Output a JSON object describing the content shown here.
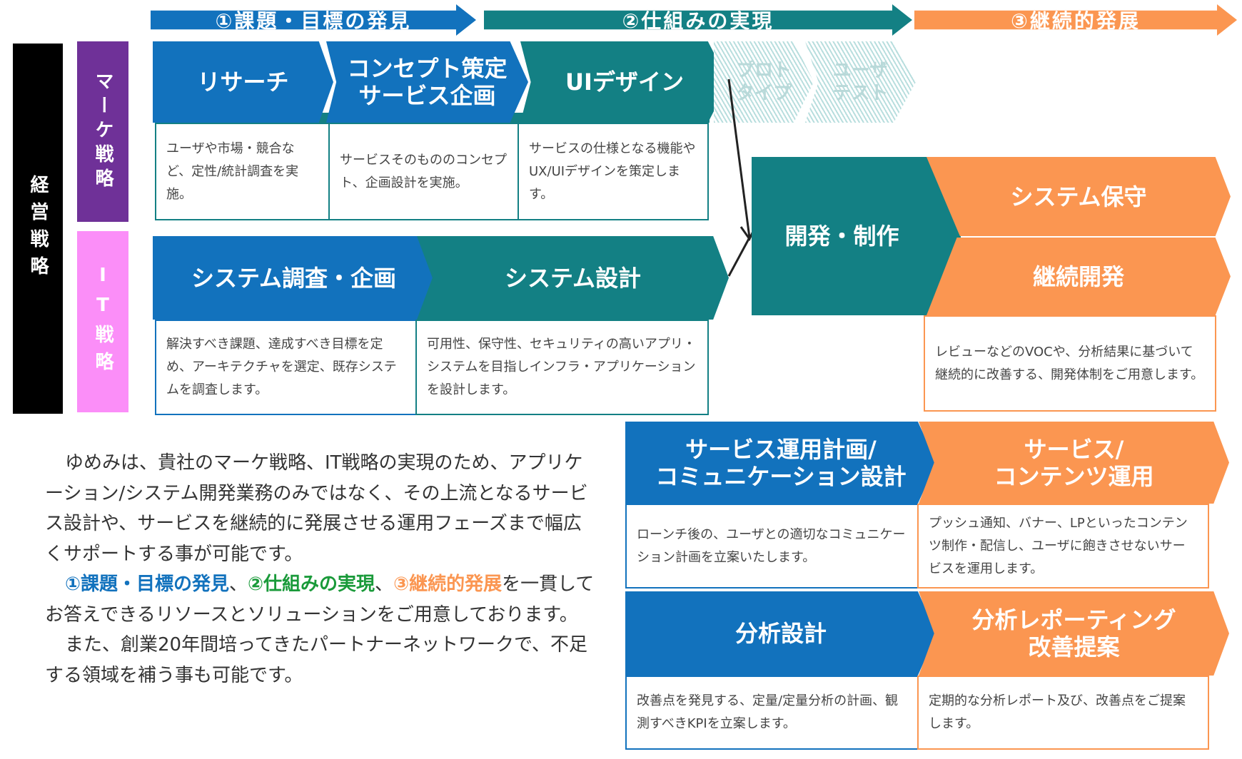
{
  "phases": [
    "①課題・目標の発見",
    "②仕組みの実現",
    "③継続的発展"
  ],
  "side": {
    "management": "経営戦略",
    "marketing": "マーケ戦略",
    "it": "IT戦略"
  },
  "row1": {
    "steps": [
      "リサーチ",
      "コンセプト策定\nサービス企画",
      "UIデザイン"
    ],
    "faded": [
      "プロト\nタイプ",
      "ユーザ\nテスト"
    ],
    "descs": [
      "ユーザや市場・競合など、定性/統計調査を実施。",
      "サービスそのもののコンセプト、企画設計を実施。",
      "サービスの仕様となる機能やUX/UIデザインを策定します。"
    ]
  },
  "row2": {
    "steps": [
      "システム調査・企画",
      "システム設計"
    ],
    "descs": [
      "解決すべき課題、達成すべき目標を定め、アーキテクチャを選定、既存システムを調査します。",
      "可用性、保守性、セキュリティの高いアプリ・システムを目指しインフラ・アプリケーションを設計します。"
    ]
  },
  "dev": {
    "label": "開発・制作",
    "maintenance": "システム保守",
    "continuous": "継続開発",
    "desc": "レビューなどのVOCや、分析結果に基づいて継続的に改善する、開発体制をご用意します。"
  },
  "ops": {
    "left": "サービス運用計画/\nコミュニケーション設計",
    "right": "サービス/\nコンテンツ運用",
    "left_desc": "ローンチ後の、ユーザとの適切なコミュニケーション計画を立案いたします。",
    "right_desc": "プッシュ通知、バナー、LPといったコンテンツ制作・配信し、ユーザに飽きさせないサービスを運用します。"
  },
  "analysis": {
    "left": "分析設計",
    "right": "分析レポーティング\n改善提案",
    "left_desc": "改善点を発見する、定量/定量分析の計画、観測すべきKPIを立案します。",
    "right_desc": "定期的な分析レポート及び、改善点をご提案します。"
  },
  "paragraph": {
    "p1": "ゆめみは、貴社のマーケ戦略、IT戦略の実現のため、アプリケーション/システム開発業務のみではなく、その上流となるサービス設計や、サービスを継続的に発展させる運用フェーズまで幅広くサポートする事が可能です。",
    "h1": "①課題・目標の発見",
    "sep1": "、",
    "h2": "②仕組みの実現",
    "sep2": "、",
    "h3": "③継続的発展",
    "p2rest": "を一貫してお答えできるリソースとソリューションをご用意しております。",
    "p3": "また、創業20年間培ってきたパートナーネットワークで、不足する領域を補う事も可能です。"
  },
  "colors": {
    "blue": "#1272bd",
    "teal": "#138084",
    "orange": "#fb9651",
    "purple": "#6f3198",
    "pink": "#fb8ef8"
  }
}
